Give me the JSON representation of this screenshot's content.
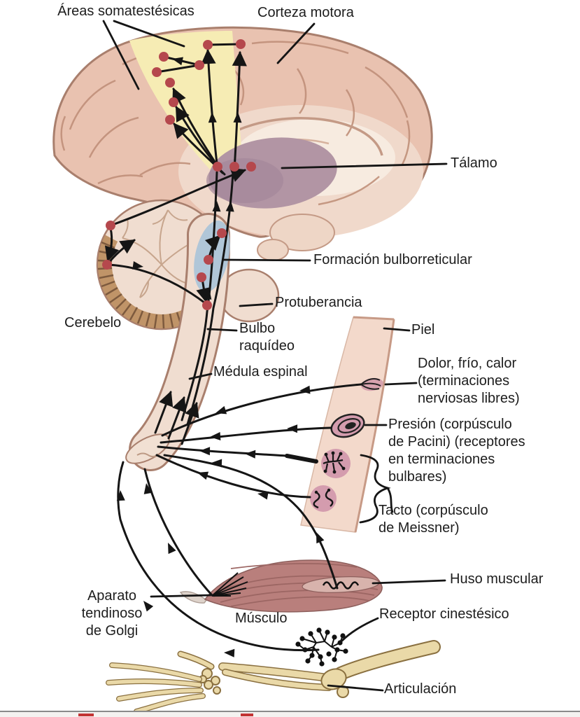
{
  "diagram": {
    "kind": "anatomical-pathway-diagram",
    "language": "es",
    "labels": {
      "areas_somatestesicas": "Áreas somatestésicas",
      "corteza_motora": "Corteza motora",
      "talamo": "Tálamo",
      "formacion_bulborreticular": "Formación bulborreticular",
      "protuberancia": "Protuberancia",
      "cerebelo": "Cerebelo",
      "bulbo_raquideo": "Bulbo\nraquídeo",
      "medula_espinal": "Médula espinal",
      "piel": "Piel",
      "dolor_frio_calor": "Dolor, frío, calor\n(terminaciones\nnerviosas libres)",
      "presion_pacini": "Presión (corpúsculo\nde Pacini) (receptores\nen terminaciones\nbulbares)",
      "tacto_meissner": "Tacto (corpúsculo\nde Meissner)",
      "huso_muscular": "Huso muscular",
      "aparato_golgi": "Aparato\ntendinoso\nde Golgi",
      "musculo": "Músculo",
      "receptor_cinestesico": "Receptor cinestésico",
      "articulacion": "Articulación"
    },
    "colors": {
      "cortex_pink": "#e9c2b0",
      "cortex_outline": "#a97f6d",
      "somatosensory_yellow": "#f6ecb4",
      "thalamus_mauve": "#b295a4",
      "reticular_blue": "#a9c3d8",
      "skin_beige": "#f3d9cb",
      "receptor_pink": "#d49cae",
      "muscle_red": "#b97f7c",
      "bone_tan": "#ead9a8",
      "neuron_dot_red": "#b5484d",
      "pathway_black": "#151515"
    }
  }
}
